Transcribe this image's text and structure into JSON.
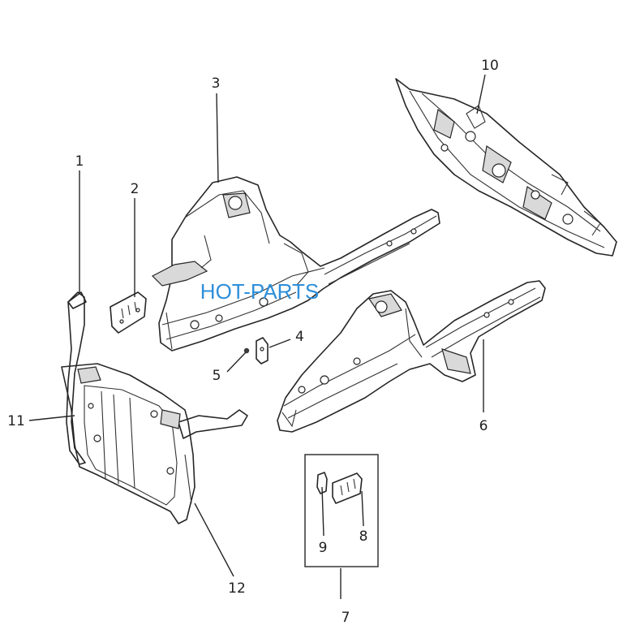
{
  "watermark": "HOT-PARTS",
  "callouts": [
    {
      "id": "1",
      "label": "1"
    },
    {
      "id": "2",
      "label": "2"
    },
    {
      "id": "3",
      "label": "3"
    },
    {
      "id": "4",
      "label": "4"
    },
    {
      "id": "5",
      "label": "5"
    },
    {
      "id": "6",
      "label": "6"
    },
    {
      "id": "7",
      "label": "7"
    },
    {
      "id": "8",
      "label": "8"
    },
    {
      "id": "9",
      "label": "9"
    },
    {
      "id": "10",
      "label": "10"
    },
    {
      "id": "11",
      "label": "11"
    },
    {
      "id": "12",
      "label": "12"
    }
  ],
  "colors": {
    "line": "#262626",
    "watermark": "#2e8fd9",
    "background": "#ffffff"
  }
}
